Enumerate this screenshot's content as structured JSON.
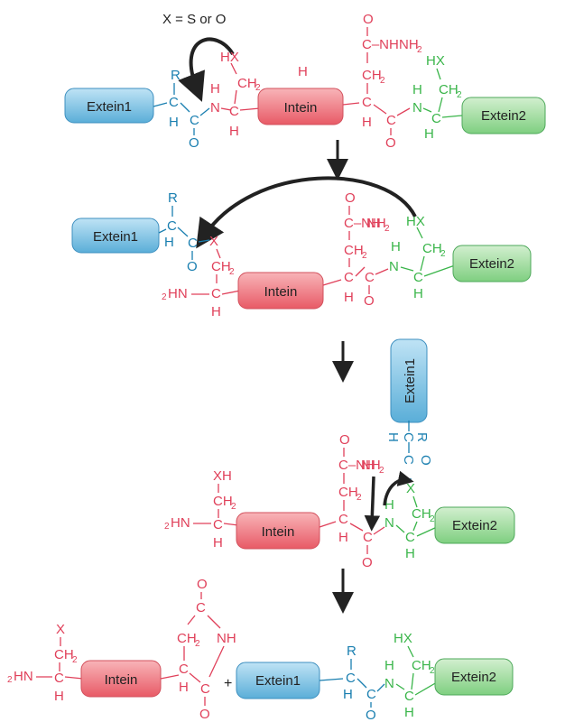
{
  "legend": "X = S or O",
  "boxes": {
    "extein1": "Extein1",
    "extein2": "Extein2",
    "intein": "Intein"
  },
  "atoms": {
    "R": "R",
    "H": "H",
    "C": "C",
    "O": "O",
    "N": "N",
    "X": "X",
    "HX": "HX",
    "XH": "XH",
    "CH": "CH",
    "two": "2",
    "NH": "NH",
    "HN": "HN",
    "C_NH": "C–NH",
    "NH_plus": "+"
  },
  "colors": {
    "extein1_box": "#7fc3e8",
    "extein2_box": "#9fd8a0",
    "intein_box": "#ee7a85",
    "extein1_atoms": "#1a7fb0",
    "intein_atoms": "#e0405a",
    "extein2_atoms": "#3ab54a"
  }
}
